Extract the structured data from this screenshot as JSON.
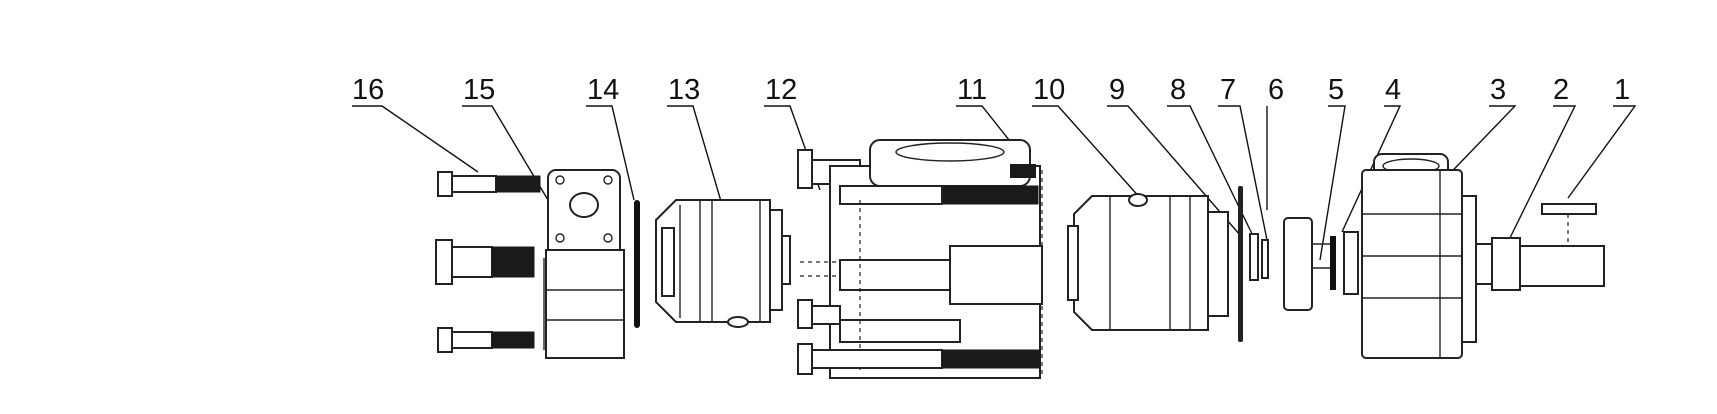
{
  "diagram": {
    "callouts": [
      {
        "id": "callout-16",
        "label": "16"
      },
      {
        "id": "callout-15",
        "label": "15"
      },
      {
        "id": "callout-14",
        "label": "14"
      },
      {
        "id": "callout-13",
        "label": "13"
      },
      {
        "id": "callout-12",
        "label": "12"
      },
      {
        "id": "callout-11",
        "label": "11"
      },
      {
        "id": "callout-10",
        "label": "10"
      },
      {
        "id": "callout-9",
        "label": "9"
      },
      {
        "id": "callout-8",
        "label": "8"
      },
      {
        "id": "callout-7",
        "label": "7"
      },
      {
        "id": "callout-6",
        "label": "6"
      },
      {
        "id": "callout-5",
        "label": "5"
      },
      {
        "id": "callout-4",
        "label": "4"
      },
      {
        "id": "callout-3",
        "label": "3"
      },
      {
        "id": "callout-2",
        "label": "2"
      },
      {
        "id": "callout-1",
        "label": "1"
      }
    ]
  }
}
